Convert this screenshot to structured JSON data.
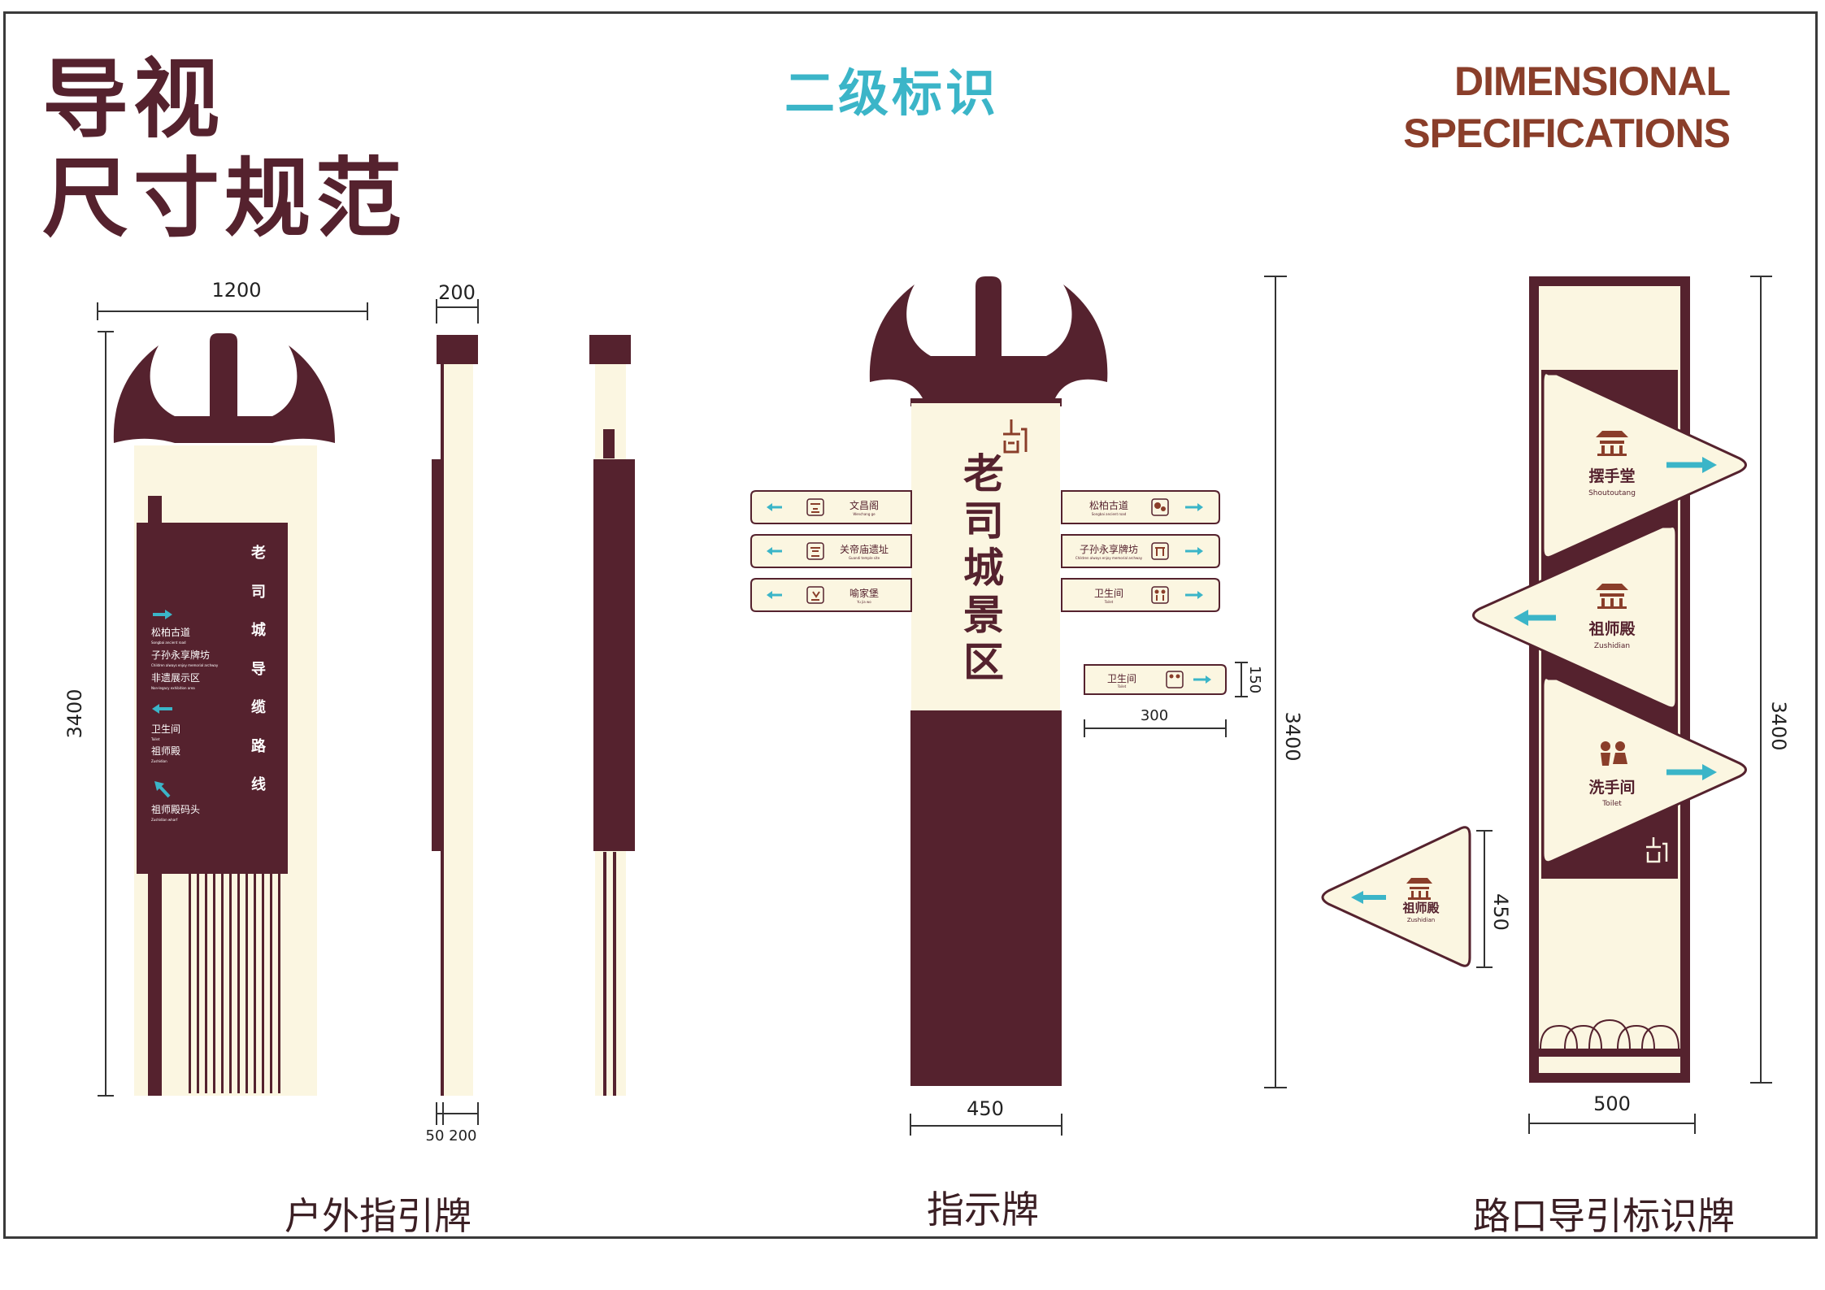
{
  "header": {
    "title_line1": "导视",
    "title_line2": "尺寸规范",
    "subtitle": "二级标识",
    "en_line1": "DIMENSIONAL",
    "en_line2": "SPECIFICATIONS"
  },
  "colors": {
    "maroon": "#55222e",
    "cream": "#fbf6e1",
    "teal": "#3bb5c8",
    "brown": "#8a3e2a"
  },
  "sign1": {
    "caption": "户外指引牌",
    "dim_width": "1200",
    "dim_height": "3400",
    "dim_side_top": "200",
    "dim_side_bottom": "50 200",
    "vertical_text": [
      "老",
      "司",
      "城",
      "导",
      "缆",
      "路",
      "线"
    ],
    "entries": [
      {
        "cn": "松柏古道",
        "en": "Songbai ancient road"
      },
      {
        "cn": "子孙永享牌坊",
        "en": "Children always enjoy memorial archway"
      },
      {
        "cn": "非遗展示区",
        "en": "Non-legacy exhibition area"
      },
      {
        "cn": "卫生间",
        "en": "Toilet"
      },
      {
        "cn": "祖师殿",
        "en": "Zushidian"
      },
      {
        "cn": "祖师殿码头",
        "en": "Zushidian wharf"
      }
    ]
  },
  "sign2": {
    "caption": "指示牌",
    "main_text": [
      "老",
      "司",
      "城",
      "景",
      "区"
    ],
    "dim_width": "450",
    "dim_height": "3400",
    "dim_panel_height": "150",
    "dim_panel_width": "300",
    "left_panels": [
      {
        "cn": "文昌阁",
        "en": "Wenchang ge"
      },
      {
        "cn": "关帝庙遗址",
        "en": "Guandi temple site"
      },
      {
        "cn": "喻家堡",
        "en": "Yu jia wo"
      }
    ],
    "right_panels": [
      {
        "cn": "松柏古道",
        "en": "Songbai ancient road"
      },
      {
        "cn": "子孙永享牌坊",
        "en": "Children always enjoy memorial archway"
      },
      {
        "cn": "卫生间",
        "en": "Toilet"
      }
    ],
    "detail_panel": {
      "cn": "卫生间",
      "en": "Toilet"
    }
  },
  "sign3": {
    "caption": "路口导引标识牌",
    "dim_width": "500",
    "dim_height": "3400",
    "dim_detail": "450",
    "triangles": [
      {
        "cn": "摆手堂",
        "en": "Shoutoutang"
      },
      {
        "cn": "祖师殿",
        "en": "Zushidian"
      },
      {
        "cn": "洗手间",
        "en": "Toilet"
      }
    ],
    "detail_triangle": {
      "cn": "祖师殿",
      "en": "Zushidian"
    }
  }
}
